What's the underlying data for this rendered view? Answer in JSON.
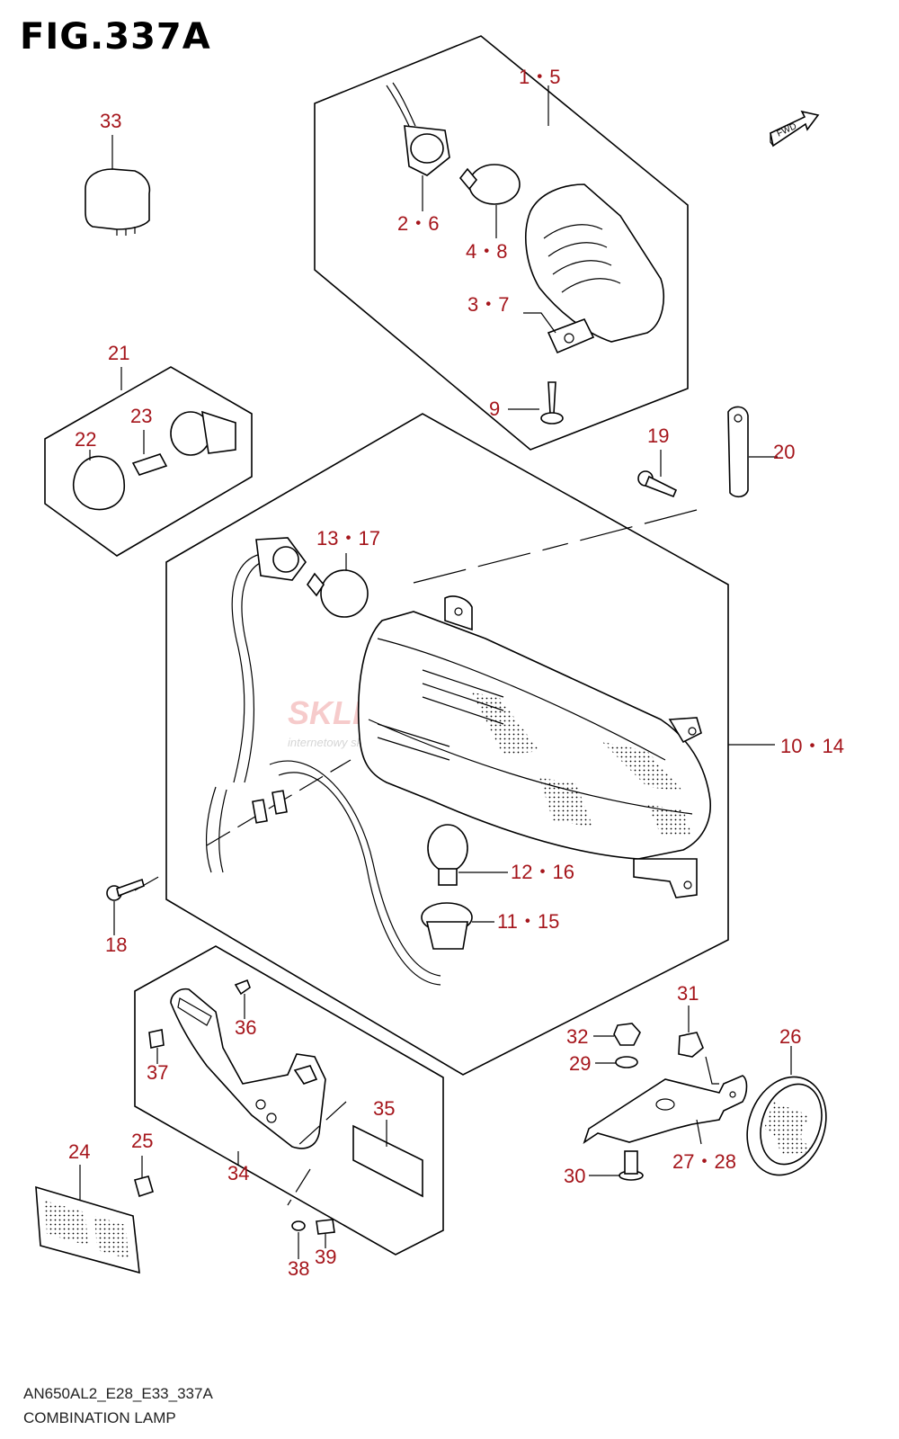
{
  "figure": {
    "title": "FIG.337A",
    "code": "AN650AL2_E28_E33_337A",
    "name": "COMBINATION LAMP",
    "fwd_label": "FWD",
    "label_color": "#a5151b",
    "watermark": "SKLEPMOTO.PL",
    "watermark_sub": "internetowy sklep motocyklowy"
  },
  "parts": [
    {
      "id": "p1",
      "label": "1・5"
    },
    {
      "id": "p2",
      "label": "2・6"
    },
    {
      "id": "p3",
      "label": "3・7"
    },
    {
      "id": "p4",
      "label": "4・8"
    },
    {
      "id": "p9",
      "label": "9"
    },
    {
      "id": "p10",
      "label": "10・14"
    },
    {
      "id": "p11",
      "label": "11・15"
    },
    {
      "id": "p12",
      "label": "12・16"
    },
    {
      "id": "p13",
      "label": "13・17"
    },
    {
      "id": "p18",
      "label": "18"
    },
    {
      "id": "p19",
      "label": "19"
    },
    {
      "id": "p20",
      "label": "20"
    },
    {
      "id": "p21",
      "label": "21"
    },
    {
      "id": "p22",
      "label": "22"
    },
    {
      "id": "p23",
      "label": "23"
    },
    {
      "id": "p24",
      "label": "24"
    },
    {
      "id": "p25",
      "label": "25"
    },
    {
      "id": "p26",
      "label": "26"
    },
    {
      "id": "p27",
      "label": "27・28"
    },
    {
      "id": "p29",
      "label": "29"
    },
    {
      "id": "p30",
      "label": "30"
    },
    {
      "id": "p31",
      "label": "31"
    },
    {
      "id": "p32",
      "label": "32"
    },
    {
      "id": "p33",
      "label": "33"
    },
    {
      "id": "p34",
      "label": "34"
    },
    {
      "id": "p35",
      "label": "35"
    },
    {
      "id": "p36",
      "label": "36"
    },
    {
      "id": "p37",
      "label": "37"
    },
    {
      "id": "p38",
      "label": "38"
    },
    {
      "id": "p39",
      "label": "39"
    }
  ]
}
